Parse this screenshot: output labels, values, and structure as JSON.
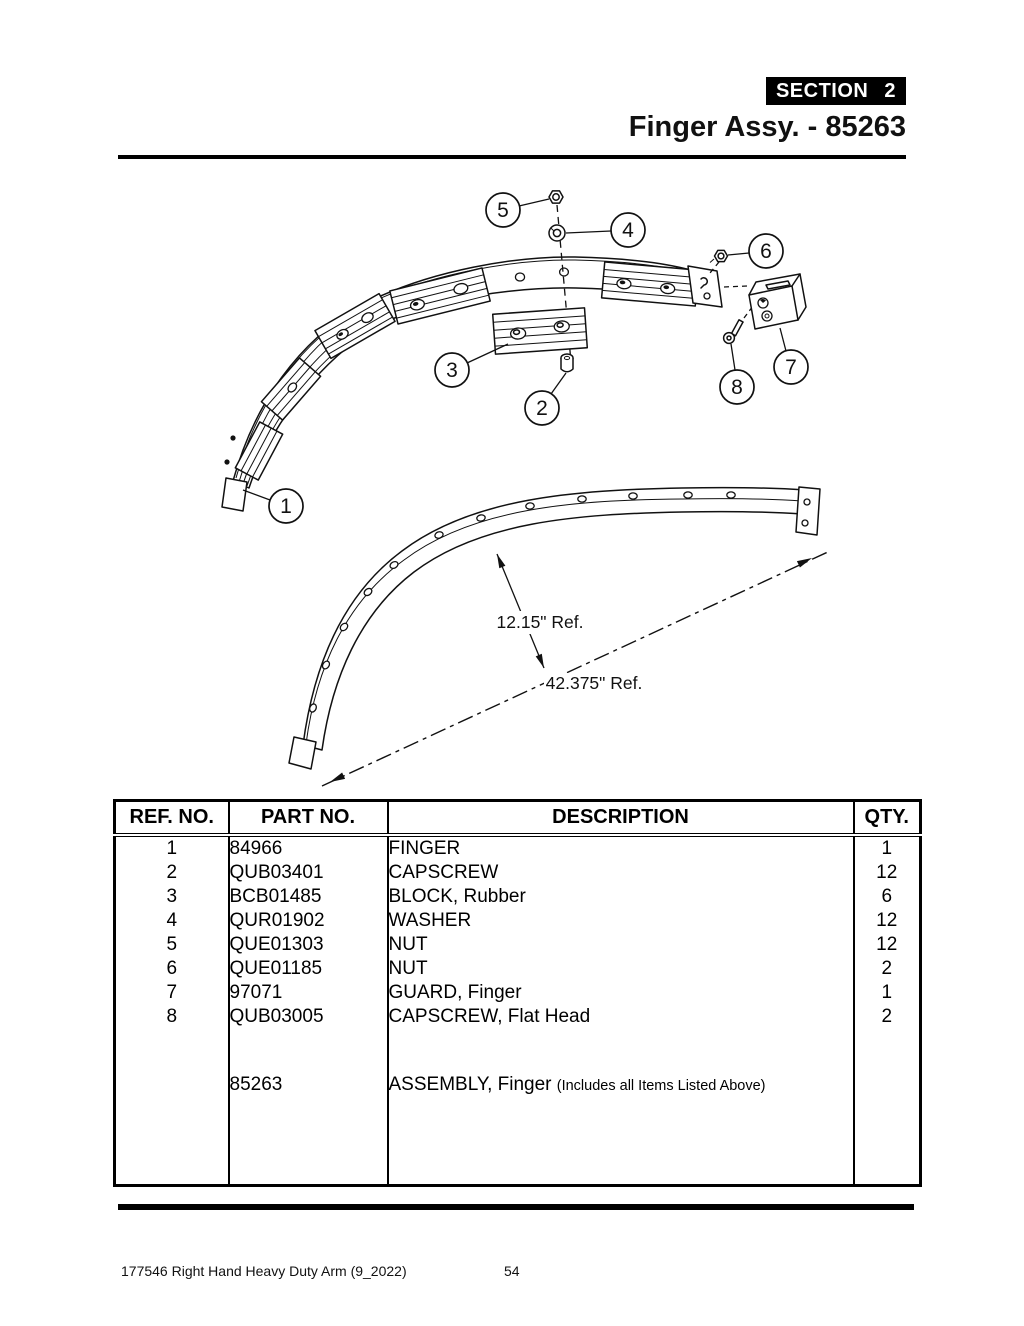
{
  "header": {
    "section_word": "SECTION",
    "section_number": "2",
    "title": "Finger Assy. - 85263"
  },
  "diagram": {
    "callouts": [
      "1",
      "2",
      "3",
      "4",
      "5",
      "6",
      "7",
      "8"
    ],
    "dim_radial": "12.15\" Ref.",
    "dim_chord": "42.375\" Ref."
  },
  "table": {
    "headers": [
      "REF. NO.",
      "PART NO.",
      "DESCRIPTION",
      "QTY."
    ],
    "rows": [
      {
        "ref": "1",
        "part": "84966",
        "desc": "FINGER",
        "qty": "1"
      },
      {
        "ref": "2",
        "part": "QUB03401",
        "desc": "CAPSCREW",
        "qty": "12"
      },
      {
        "ref": "3",
        "part": "BCB01485",
        "desc": "BLOCK, Rubber",
        "qty": "6"
      },
      {
        "ref": "4",
        "part": "QUR01902",
        "desc": "WASHER",
        "qty": "12"
      },
      {
        "ref": "5",
        "part": "QUE01303",
        "desc": "NUT",
        "qty": "12"
      },
      {
        "ref": "6",
        "part": "QUE01185",
        "desc": "NUT",
        "qty": "2"
      },
      {
        "ref": "7",
        "part": "97071",
        "desc": "GUARD, Finger",
        "qty": "1"
      },
      {
        "ref": "8",
        "part": "QUB03005",
        "desc": "CAPSCREW, Flat Head",
        "qty": "2"
      }
    ],
    "assembly": {
      "part": "85263",
      "desc_main": "ASSEMBLY, Finger",
      "desc_note": "(Includes all Items Listed Above)"
    }
  },
  "footer": {
    "document": "177546 Right Hand Heavy Duty Arm (9_2022)",
    "page_number": "54"
  }
}
